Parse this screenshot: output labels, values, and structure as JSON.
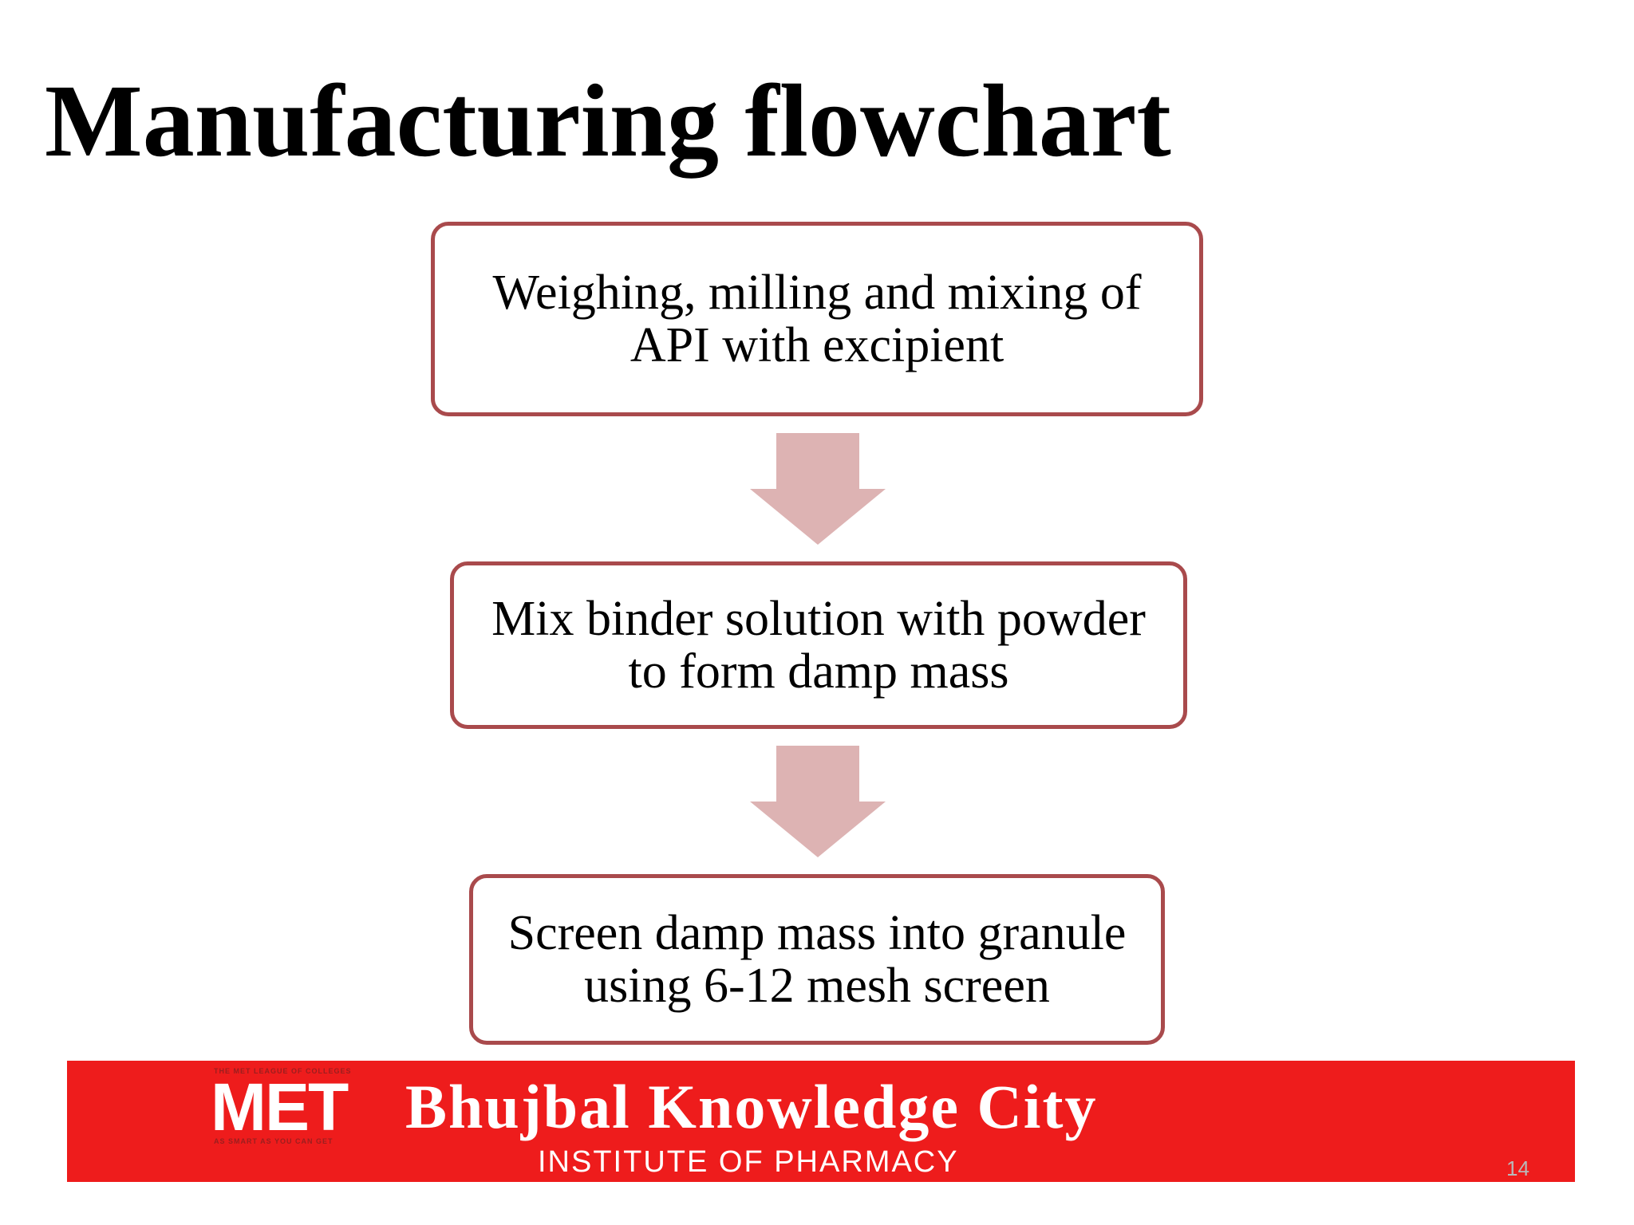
{
  "slide": {
    "title": "Manufacturing flowchart",
    "page_number": "14"
  },
  "flowchart": {
    "steps": [
      {
        "text": "Weighing, milling and mixing of API with excipient"
      },
      {
        "text": "Mix binder solution with powder to form damp mass"
      },
      {
        "text": "Screen damp mass into granule using 6-12 mesh screen"
      }
    ],
    "arrow_icon": "down-arrow-icon",
    "colors": {
      "box_border": "#a94a4c",
      "arrow_fill": "#ddb3b3"
    }
  },
  "banner": {
    "logo": "MET",
    "institution": "Bhujbal Knowledge City",
    "subtitle": "INSTITUTE OF PHARMACY",
    "logo_tagline_top": "THE MET LEAGUE OF COLLEGES",
    "logo_tagline_bottom": "AS SMART AS YOU CAN GET",
    "background_color": "#ee1c1c"
  }
}
